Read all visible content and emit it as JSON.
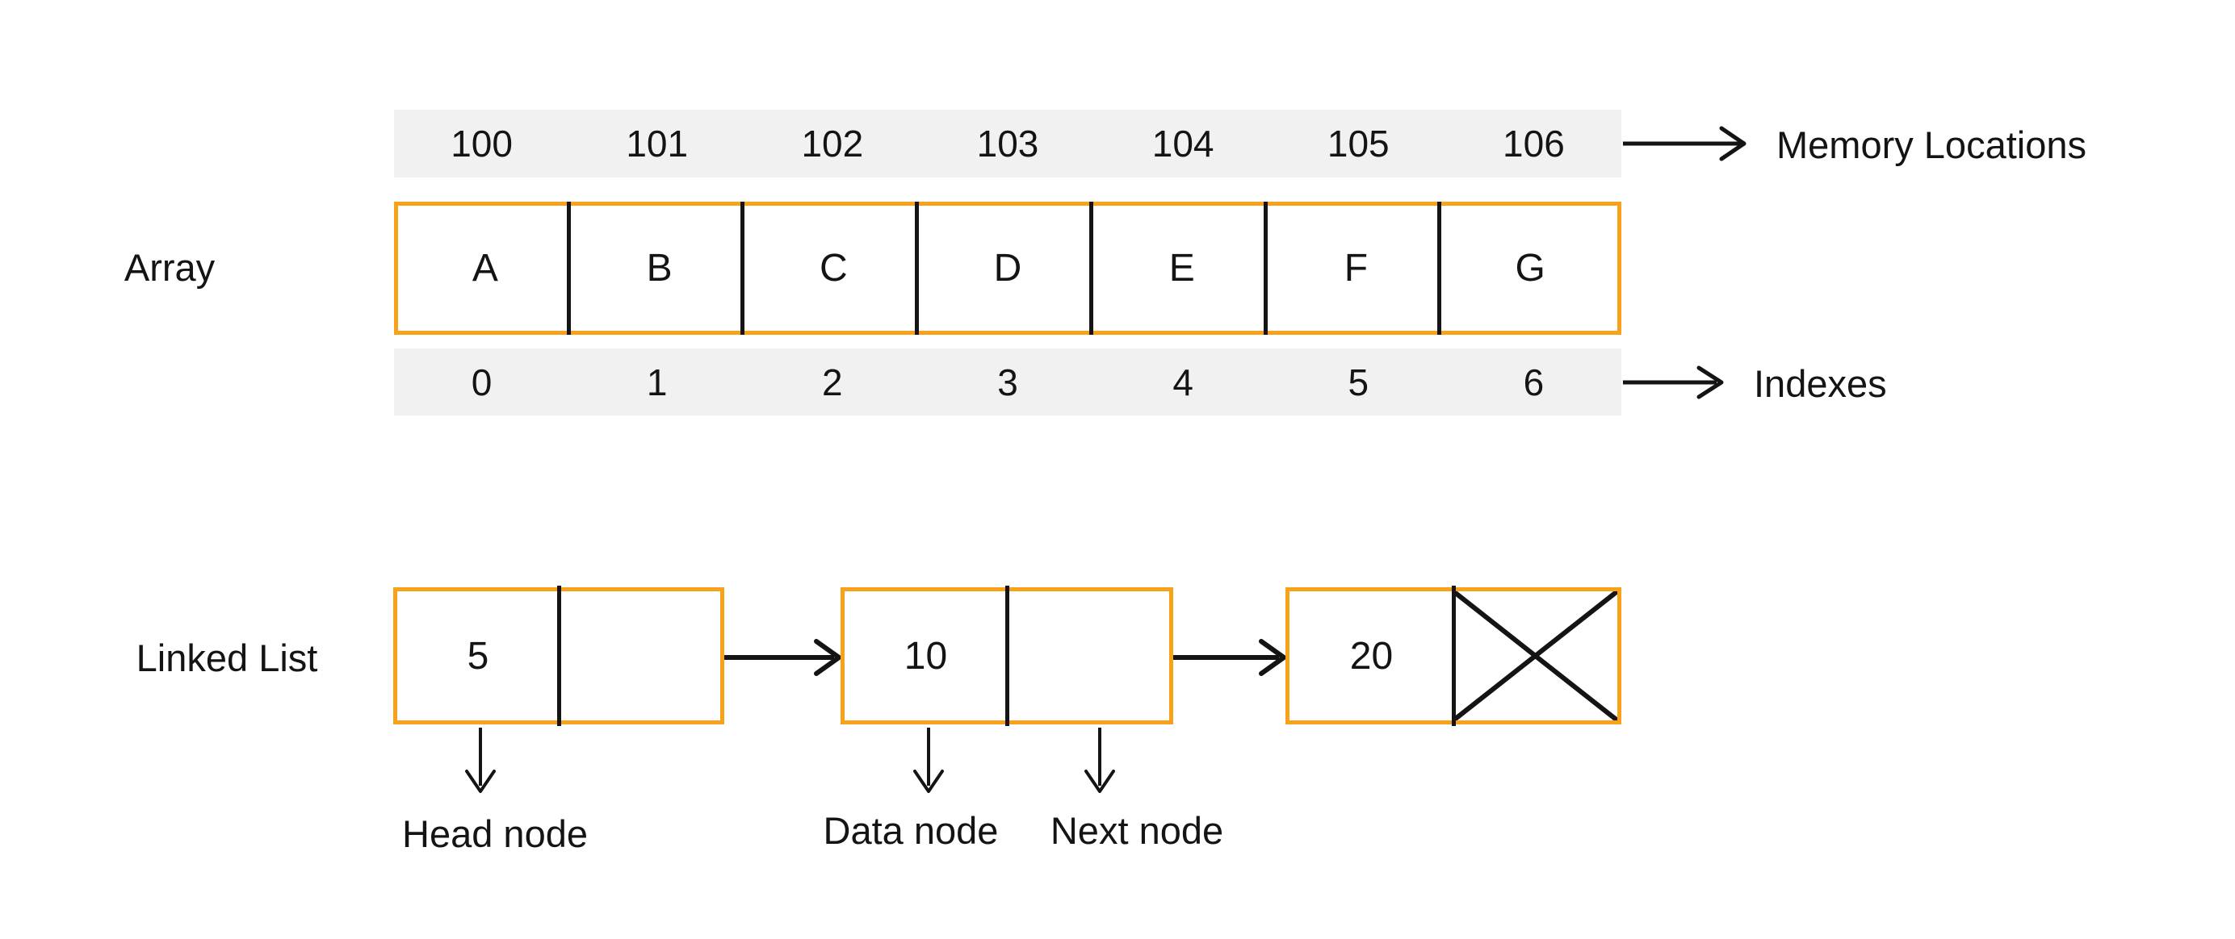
{
  "array_section": {
    "label": "Array",
    "memory_row": {
      "values": [
        "100",
        "101",
        "102",
        "103",
        "104",
        "105",
        "106"
      ],
      "arrow_label": "Memory Locations"
    },
    "cells": [
      "A",
      "B",
      "C",
      "D",
      "E",
      "F",
      "G"
    ],
    "index_row": {
      "values": [
        "0",
        "1",
        "2",
        "3",
        "4",
        "5",
        "6"
      ],
      "arrow_label": "Indexes"
    }
  },
  "linked_list_section": {
    "label": "Linked List",
    "nodes": [
      {
        "data": "5"
      },
      {
        "data": "10"
      },
      {
        "data": "20",
        "next": "null"
      }
    ],
    "annotations": {
      "head": "Head node",
      "data": "Data node",
      "next": "Next node"
    }
  },
  "colors": {
    "accent_orange": "#F9A11B",
    "band_gray": "#F1F1F1",
    "line_ink": "#141414"
  }
}
